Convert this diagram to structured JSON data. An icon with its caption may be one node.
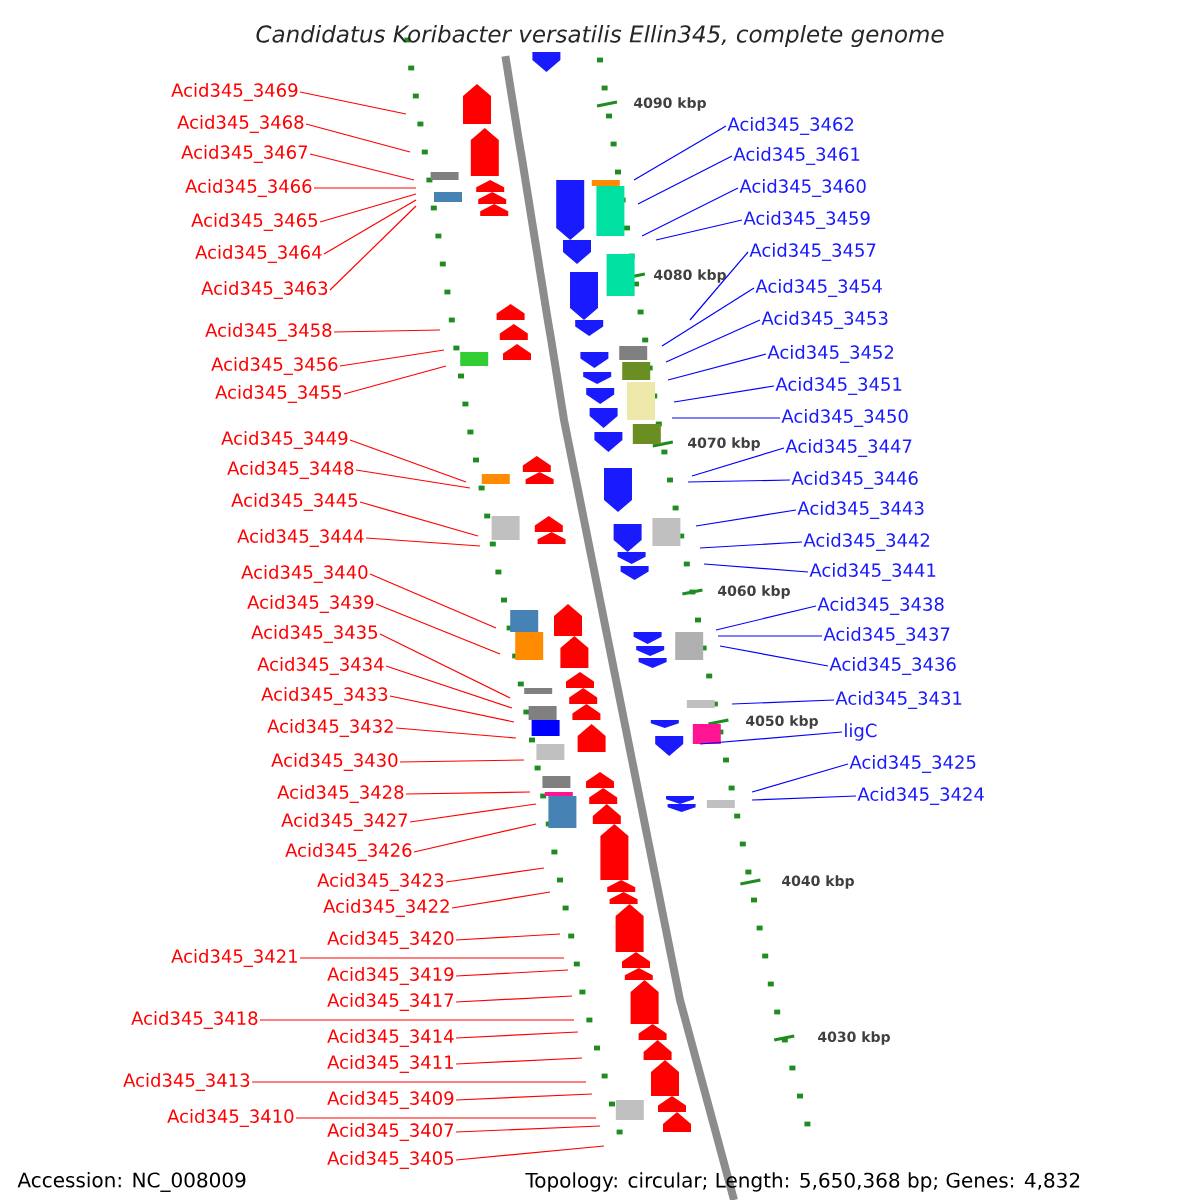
{
  "diagram": {
    "title": "Candidatus Koribacter versatilis Ellin345, complete genome",
    "nodes": [
      {
        "text": [
          "Acid345_3469"
        ]
      },
      {
        "text": [
          "Acid345_3468"
        ]
      },
      {
        "text": [
          "Acid345_3467"
        ]
      },
      {
        "text": [
          "Acid345_3466"
        ]
      },
      {
        "text": [
          "Acid345_3465"
        ]
      },
      {
        "text": [
          "Acid345_3464"
        ]
      },
      {
        "text": [
          "Acid345_3463"
        ]
      },
      {
        "text": [
          "Acid345_3458"
        ]
      },
      {
        "text": [
          "Acid345_3456"
        ]
      },
      {
        "text": [
          "Acid345_3455"
        ]
      },
      {
        "text": [
          "Acid345_3449"
        ]
      },
      {
        "text": [
          "Acid345_3448"
        ]
      },
      {
        "text": [
          "Acid345_3445"
        ]
      },
      {
        "text": [
          "Acid345_3444"
        ]
      },
      {
        "text": [
          "Acid345_3440"
        ]
      },
      {
        "text": [
          "Acid345_3439"
        ]
      },
      {
        "text": [
          "Acid345_3435"
        ]
      },
      {
        "text": [
          "Acid345_3434"
        ]
      },
      {
        "text": [
          "Acid345_3433"
        ]
      },
      {
        "text": [
          "Acid345_3432"
        ]
      },
      {
        "text": [
          "Acid345_3430"
        ]
      },
      {
        "text": [
          "Acid345_3428"
        ]
      },
      {
        "text": [
          "Acid345_3427"
        ]
      },
      {
        "text": [
          "Acid345_3426"
        ]
      },
      {
        "text": [
          "Acid345_3423"
        ]
      },
      {
        "text": [
          "Acid345_3422"
        ]
      },
      {
        "text": [
          "Acid345_3420"
        ]
      },
      {
        "text": [
          "Acid345_3421"
        ]
      },
      {
        "text": [
          "Acid345_3419"
        ]
      },
      {
        "text": [
          "Acid345_3417"
        ]
      },
      {
        "text": [
          "Acid345_3418"
        ]
      },
      {
        "text": [
          "Acid345_3414"
        ]
      },
      {
        "text": [
          "Acid345_3411"
        ]
      },
      {
        "text": [
          "Acid345_3413"
        ]
      },
      {
        "text": [
          "Acid345_3409"
        ]
      },
      {
        "text": [
          "Acid345_3410"
        ]
      },
      {
        "text": [
          "Acid345_3407"
        ]
      },
      {
        "text": [
          "Acid345_3405"
        ]
      },
      {
        "text": [
          "Acid345_3462"
        ]
      },
      {
        "text": [
          "Acid345_3461"
        ]
      },
      {
        "text": [
          "Acid345_3460"
        ]
      },
      {
        "text": [
          "Acid345_3459"
        ]
      },
      {
        "text": [
          "Acid345_3457"
        ]
      },
      {
        "text": [
          "Acid345_3454"
        ]
      },
      {
        "text": [
          "Acid345_3453"
        ]
      },
      {
        "text": [
          "Acid345_3452"
        ]
      },
      {
        "text": [
          "Acid345_3451"
        ]
      },
      {
        "text": [
          "Acid345_3450"
        ]
      },
      {
        "text": [
          "Acid345_3447"
        ]
      },
      {
        "text": [
          "Acid345_3446"
        ]
      },
      {
        "text": [
          "Acid345_3443"
        ]
      },
      {
        "text": [
          "Acid345_3442"
        ]
      },
      {
        "text": [
          "Acid345_3441"
        ]
      },
      {
        "text": [
          "Acid345_3438"
        ]
      },
      {
        "text": [
          "Acid345_3437"
        ]
      },
      {
        "text": [
          "Acid345_3436"
        ]
      },
      {
        "text": [
          "Acid345_3431"
        ]
      },
      {
        "text": [
          "ligC"
        ]
      },
      {
        "text": [
          "Acid345_3425"
        ]
      },
      {
        "text": [
          "Acid345_3424"
        ]
      }
    ],
    "edges": [
      {
        "from": 0,
        "to": null,
        "arrow": "none"
      },
      {
        "from": 1,
        "to": null,
        "arrow": "none"
      },
      {
        "from": 2,
        "to": null,
        "arrow": "none"
      },
      {
        "from": 3,
        "to": null,
        "arrow": "none"
      },
      {
        "from": 4,
        "to": null,
        "arrow": "none"
      },
      {
        "from": 5,
        "to": null,
        "arrow": "none"
      },
      {
        "from": 6,
        "to": null,
        "arrow": "none"
      },
      {
        "from": 7,
        "to": null,
        "arrow": "none"
      },
      {
        "from": 8,
        "to": null,
        "arrow": "none"
      },
      {
        "from": 9,
        "to": null,
        "arrow": "none"
      },
      {
        "from": 10,
        "to": null,
        "arrow": "none"
      },
      {
        "from": 11,
        "to": null,
        "arrow": "none"
      },
      {
        "from": 12,
        "to": null,
        "arrow": "none"
      },
      {
        "from": 13,
        "to": null,
        "arrow": "none"
      },
      {
        "from": 14,
        "to": null,
        "arrow": "none"
      },
      {
        "from": 15,
        "to": null,
        "arrow": "none"
      },
      {
        "from": 16,
        "to": null,
        "arrow": "none"
      },
      {
        "from": 17,
        "to": null,
        "arrow": "none"
      },
      {
        "from": 18,
        "to": null,
        "arrow": "none"
      },
      {
        "from": 19,
        "to": null,
        "arrow": "none"
      },
      {
        "from": 20,
        "to": null,
        "arrow": "none"
      },
      {
        "from": 21,
        "to": null,
        "arrow": "none"
      },
      {
        "from": 22,
        "to": null,
        "arrow": "none"
      },
      {
        "from": 23,
        "to": null,
        "arrow": "none"
      },
      {
        "from": 24,
        "to": null,
        "arrow": "none"
      },
      {
        "from": 25,
        "to": null,
        "arrow": "none"
      },
      {
        "from": 26,
        "to": null,
        "arrow": "none"
      },
      {
        "from": 27,
        "to": null,
        "arrow": "none"
      },
      {
        "from": 28,
        "to": null,
        "arrow": "none"
      },
      {
        "from": 29,
        "to": null,
        "arrow": "none"
      },
      {
        "from": 30,
        "to": null,
        "arrow": "none"
      },
      {
        "from": 31,
        "to": null,
        "arrow": "none"
      },
      {
        "from": 32,
        "to": null,
        "arrow": "none"
      },
      {
        "from": 33,
        "to": null,
        "arrow": "none"
      },
      {
        "from": 34,
        "to": null,
        "arrow": "none"
      },
      {
        "from": 35,
        "to": null,
        "arrow": "none"
      },
      {
        "from": 36,
        "to": null,
        "arrow": "none"
      },
      {
        "from": 37,
        "to": null,
        "arrow": "none"
      },
      {
        "from": 38,
        "to": null,
        "arrow": "none",
        "color": "#0000ff"
      },
      {
        "from": 39,
        "to": null,
        "arrow": "none",
        "color": "#0000ff"
      },
      {
        "from": 40,
        "to": null,
        "arrow": "none",
        "color": "#0000ff"
      },
      {
        "from": 41,
        "to": null,
        "arrow": "none",
        "color": "#0000ff"
      },
      {
        "from": 42,
        "to": null,
        "arrow": "none",
        "color": "#0000ff"
      },
      {
        "from": 43,
        "to": null,
        "arrow": "none",
        "color": "#0000ff"
      },
      {
        "from": 44,
        "to": null,
        "arrow": "none",
        "color": "#0000ff"
      },
      {
        "from": 45,
        "to": null,
        "arrow": "none",
        "color": "#0000ff"
      },
      {
        "from": 46,
        "to": null,
        "arrow": "none",
        "color": "#0000ff"
      },
      {
        "from": 47,
        "to": null,
        "arrow": "none",
        "color": "#0000ff"
      },
      {
        "from": 48,
        "to": null,
        "arrow": "none",
        "color": "#0000ff"
      },
      {
        "from": 49,
        "to": null,
        "arrow": "none",
        "color": "#0000ff"
      },
      {
        "from": 50,
        "to": null,
        "arrow": "none",
        "color": "#0000ff"
      },
      {
        "from": 51,
        "to": null,
        "arrow": "none",
        "color": "#0000ff"
      },
      {
        "from": 52,
        "to": null,
        "arrow": "none",
        "color": "#0000ff"
      },
      {
        "from": 53,
        "to": null,
        "arrow": "none",
        "color": "#0000ff"
      },
      {
        "from": 54,
        "to": null,
        "arrow": "none",
        "color": "#0000ff"
      },
      {
        "from": 55,
        "to": null,
        "arrow": "none",
        "color": "#0000ff"
      },
      {
        "from": 56,
        "to": null,
        "arrow": "none",
        "color": "#0000ff"
      },
      {
        "from": 57,
        "to": null,
        "arrow": "none",
        "color": "#0000ff"
      },
      {
        "from": 58,
        "to": null,
        "arrow": "none",
        "color": "#0000ff"
      },
      {
        "from": 59,
        "to": null,
        "arrow": "none",
        "color": "#0000ff"
      }
    ],
    "labels": [
      "4090 kbp",
      "4080 kbp",
      "4070 kbp",
      "4060 kbp",
      "4050 kbp",
      "4040 kbp",
      "4030 kbp",
      "Accession: NC_008009",
      "Topology: circular; Length: 5,650,368 bp; Genes: 4,832"
    ]
  }
}
